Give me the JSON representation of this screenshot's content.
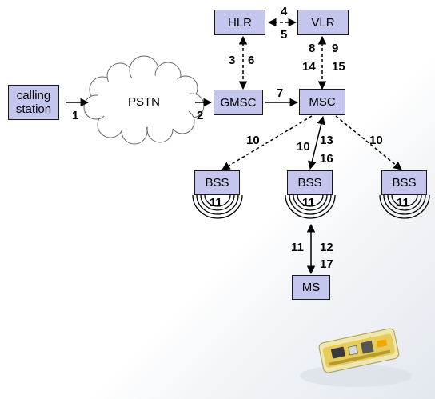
{
  "nodes": {
    "calling_station": "calling\nstation",
    "pstn": "PSTN",
    "gmsc": "GMSC",
    "msc": "MSC",
    "hlr": "HLR",
    "vlr": "VLR",
    "bss_left": "BSS",
    "bss_mid": "BSS",
    "bss_right": "BSS",
    "ms": "MS"
  },
  "step_labels": {
    "s1": "1",
    "s2": "2",
    "s3": "3",
    "s6": "6",
    "s4": "4",
    "s5": "5",
    "s7": "7",
    "s8": "8",
    "s9": "9",
    "s14": "14",
    "s15": "15",
    "s10_left": "10",
    "s10_mid": "10",
    "s13": "13",
    "s16": "16",
    "s10_right": "10",
    "s11_left": "11",
    "s11_mid": "11",
    "s11_right": "11",
    "s11_ms": "11",
    "s12": "12",
    "s17": "17"
  },
  "colors": {
    "node_fill": "#c4c6ee",
    "line": "#000000"
  }
}
